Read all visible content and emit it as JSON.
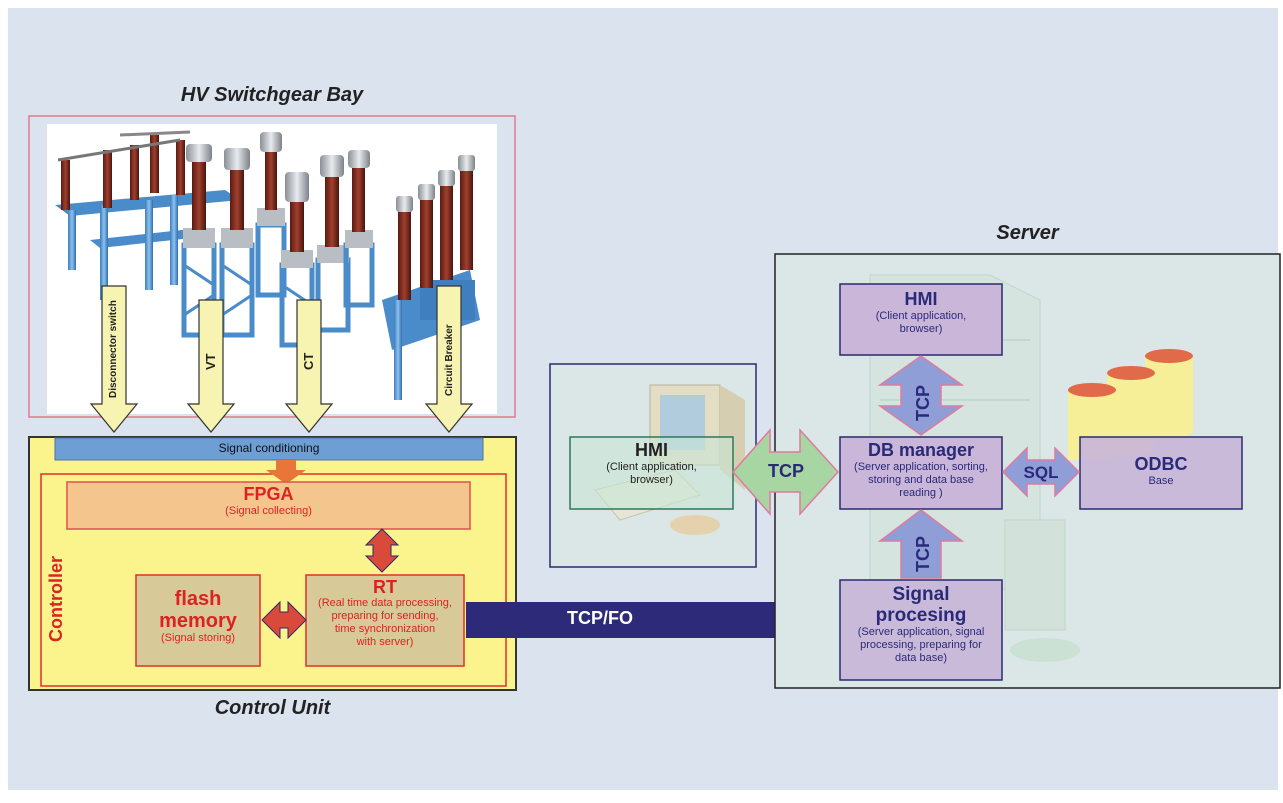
{
  "titles": {
    "switchgear": "HV Switchgear Bay",
    "server": "Server",
    "control_unit": "Control Unit"
  },
  "sensors": [
    "Disconnector switch",
    "VT",
    "CT",
    "Circuit Breaker"
  ],
  "control_unit": {
    "signal_conditioning": "Signal conditioning",
    "controller": "Controller",
    "fpga": {
      "title": "FPGA",
      "subtitle": "(Signal collecting)"
    },
    "flash": {
      "title_line1": "flash",
      "title_line2": "memory",
      "subtitle": "(Signal storing)"
    },
    "rt": {
      "title": "RT",
      "line1": "(Real time data processing,",
      "line2": "preparing for sending,",
      "line3": "time synchronization",
      "line4": "with server)"
    }
  },
  "links": {
    "tcp_fo": "TCP/FO",
    "tcp_left": "TCP",
    "tcp_top": "TCP",
    "tcp_bottom": "TCP",
    "sql": "SQL"
  },
  "client_hmi": {
    "title": "HMI",
    "line1": "(Client application,",
    "line2": "browser)"
  },
  "server": {
    "hmi": {
      "title": "HMI",
      "line1": "(Client application,",
      "line2": "browser)"
    },
    "db_manager": {
      "title": "DB manager",
      "line1": "(Server application, sorting,",
      "line2": "storing and data base",
      "line3": "reading )"
    },
    "odbc": {
      "title": "ODBC",
      "subtitle": "Base"
    },
    "signal_processing": {
      "title_line1": "Signal",
      "title_line2": "procesing",
      "line1": "(Server application, signal",
      "line2": "processing, preparing for",
      "line3": "data base)"
    }
  },
  "colors": {
    "background": "#dbe3ef",
    "controller_fill": "#fbf38c",
    "purple_box": "#c9b6d9",
    "red_text": "#dd2222",
    "tcp_fo_arrow": "#2e2a7a"
  }
}
